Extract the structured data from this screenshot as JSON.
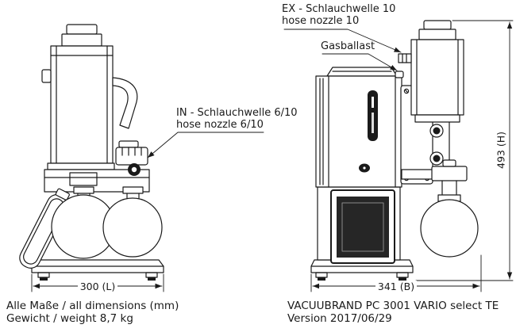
{
  "callouts": {
    "ex": {
      "line1": "EX - Schlauchwelle 10",
      "line2": "hose nozzle 10"
    },
    "gasballast": {
      "label": "Gasballast"
    },
    "in": {
      "line1": "IN - Schlauchwelle 6/10",
      "line2": "hose nozzle 6/10"
    }
  },
  "dimensions": {
    "length": "300 (L)",
    "depth": "341 (B)",
    "height": "493 (H)"
  },
  "notes": {
    "dimensions_note": "Alle Maße / all dimensions (mm)",
    "weight_note": "Gewicht / weight 8,7 kg"
  },
  "product": {
    "name": "VACUUBRAND PC 3001 VARIO select TE",
    "version": "Version 2017/06/29"
  },
  "colors": {
    "line": "#1a1a1a",
    "background": "#ffffff",
    "panel_dark": "#262626"
  }
}
